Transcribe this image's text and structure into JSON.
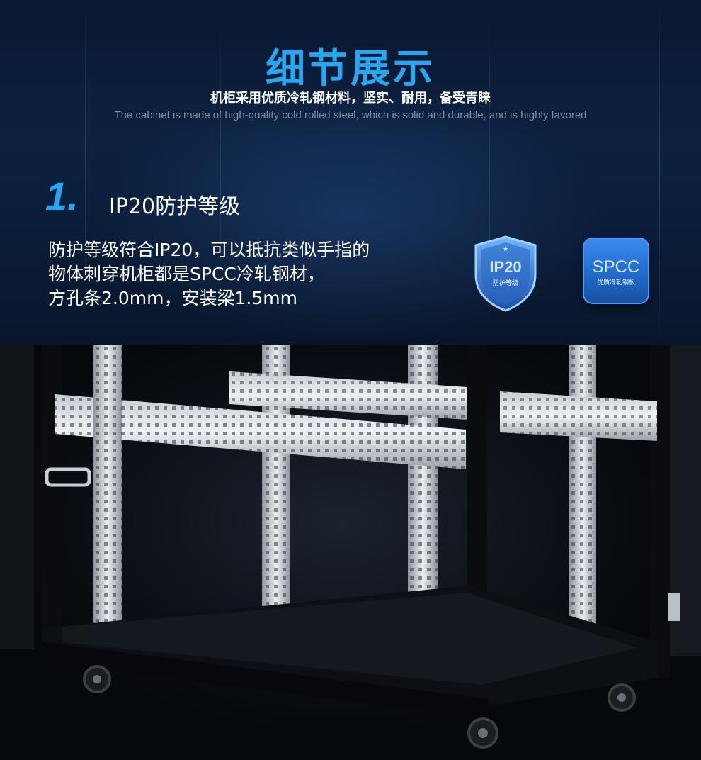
{
  "header": {
    "title": "细节展示",
    "subtitle_cn": "机柜采用优质冷轧钢材料，坚实、耐用，备受青睐",
    "subtitle_en": "The cabinet is made of high-quality cold rolled steel, which is solid and durable, and is highly favored"
  },
  "section": {
    "number": "1.",
    "title": "IP20防护等级",
    "description_lines": [
      "防护等级符合IP20，可以抵抗类似手指的",
      "物体刺穿机柜都是SPCC冷轧钢材，",
      "方孔条2.0mm，安装梁1.5mm"
    ]
  },
  "badges": {
    "ip": {
      "main": "IP20",
      "sub": "防护等级"
    },
    "spcc": {
      "main": "SPCC",
      "sub": "优质冷轧钢板"
    }
  },
  "colors": {
    "accent": "#27a6f2",
    "background": "#0b1b33",
    "badge_blue": "#1f68c6"
  },
  "photo": {
    "subject": "cabinet-interior-photo"
  }
}
